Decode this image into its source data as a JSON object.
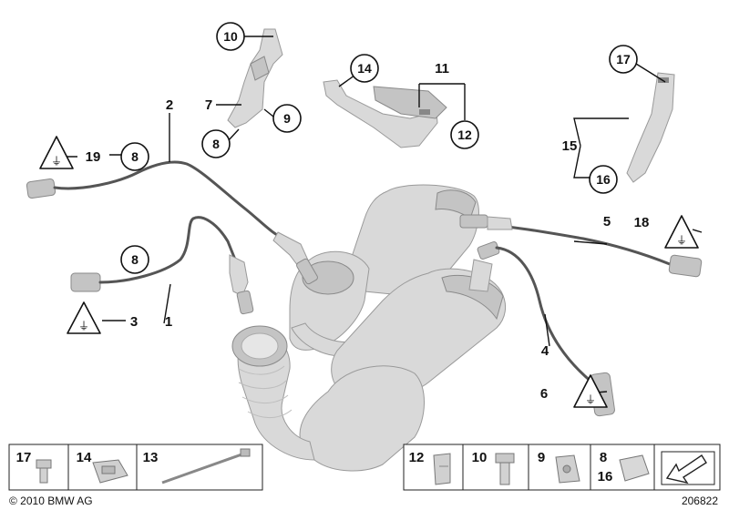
{
  "callouts": {
    "c1": "1",
    "c2": "2",
    "c3": "3",
    "c4": "4",
    "c5": "5",
    "c6": "6",
    "c7": "7",
    "c8a": "8",
    "c8b": "8",
    "c8c": "8",
    "c9": "9",
    "c10": "10",
    "c11": "11",
    "c12": "12",
    "c14": "14",
    "c15": "15",
    "c16": "16",
    "c17": "17",
    "c18": "18",
    "c19": "19"
  },
  "parts_bar": {
    "left": [
      "17",
      "14",
      "13"
    ],
    "right": [
      "12",
      "10",
      "9",
      "8",
      "16"
    ]
  },
  "footer": {
    "copyright": "© 2010 BMW AG",
    "diagram_number": "206822"
  }
}
